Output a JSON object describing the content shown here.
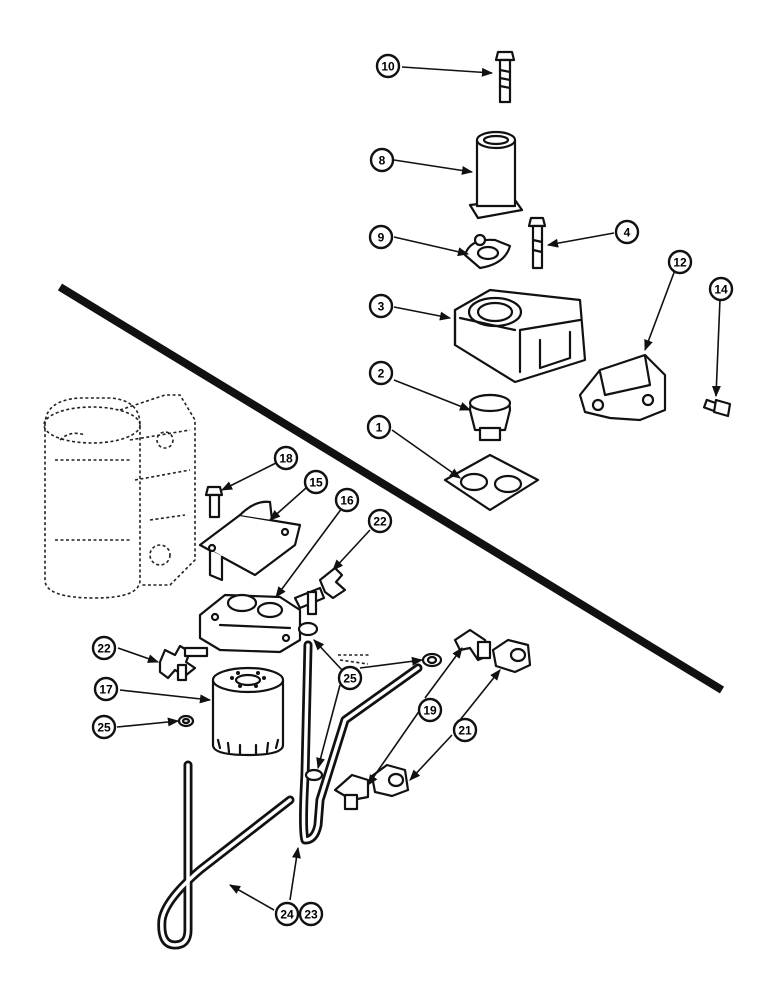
{
  "diagram": {
    "callouts": [
      {
        "id": "c10a",
        "label": "10"
      },
      {
        "id": "c8",
        "label": "8"
      },
      {
        "id": "c9",
        "label": "9"
      },
      {
        "id": "c4",
        "label": "4"
      },
      {
        "id": "c3",
        "label": "3"
      },
      {
        "id": "c12",
        "label": "12"
      },
      {
        "id": "c14",
        "label": "14"
      },
      {
        "id": "c2",
        "label": "2"
      },
      {
        "id": "c1",
        "label": "1"
      },
      {
        "id": "c18",
        "label": "18"
      },
      {
        "id": "c15",
        "label": "15"
      },
      {
        "id": "c16",
        "label": "16"
      },
      {
        "id": "c22a",
        "label": "22"
      },
      {
        "id": "c22b",
        "label": "22"
      },
      {
        "id": "c17",
        "label": "17"
      },
      {
        "id": "c25a",
        "label": "25"
      },
      {
        "id": "c25b",
        "label": "25"
      },
      {
        "id": "c19",
        "label": "19"
      },
      {
        "id": "c21",
        "label": "21"
      },
      {
        "id": "c24",
        "label": "24"
      },
      {
        "id": "c23",
        "label": "23"
      }
    ]
  }
}
